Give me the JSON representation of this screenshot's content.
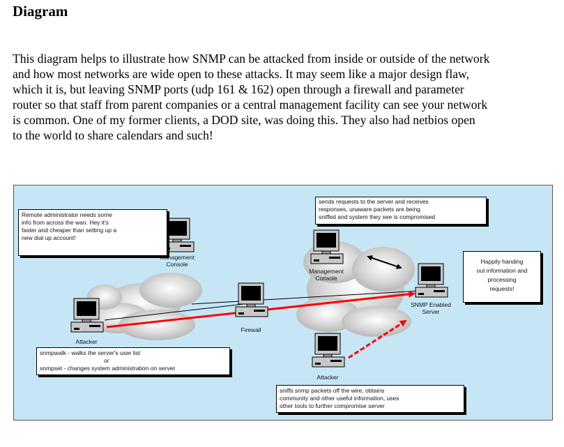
{
  "heading": "Diagram",
  "paragraph": [
    "This diagram helps to illustrate how SNMP can be attacked from inside or outside of the network",
    "and how most networks are wide open to these attacks.  It may seem like a major design flaw,",
    "which it is, but leaving SNMP ports (udp 161 & 162) open through a firewall and parameter",
    "router so that staff from parent companies or a central management facility can see your network",
    "is common.   One of my former clients, a DOD site, was doing this.  They also had netbios open",
    "to the world to share calendars and such!"
  ],
  "diagram": {
    "notes": {
      "remote_admin": [
        "Remote administrator needs some",
        "info from across the wan.  Hey it's",
        "faster and cheaper than setting up a",
        "new dial up account!"
      ],
      "mgmt_console": [
        "sends requests to the server and receives",
        "responses, unaware packets are being",
        "sniffed and system they see is compromised"
      ],
      "snmp_server": [
        "Happily handing",
        "out information and",
        "processing",
        "requests!"
      ],
      "attacker_left": [
        "snmpwalk - walks the server's user list",
        "or",
        "snmpset - changes system administration on server"
      ],
      "attacker_bottom": [
        "sniffs snmp packets off the wire, obtains",
        "community and other useful information, uses",
        "other tools to further compromise server"
      ]
    },
    "labels": {
      "management_console_left": [
        "Management",
        "Console"
      ],
      "management_console_right": [
        "Management",
        "Console"
      ],
      "firewall": [
        "Firewall"
      ],
      "attacker_left": [
        "Attacker"
      ],
      "attacker_bottom": [
        "Attacker"
      ],
      "snmp_server": [
        "SNMP Enabled",
        "Server"
      ]
    },
    "colors": {
      "background": "#c6e6f6",
      "attack_arrow": "#ff0000",
      "cloud": "#cfcfcf"
    }
  }
}
